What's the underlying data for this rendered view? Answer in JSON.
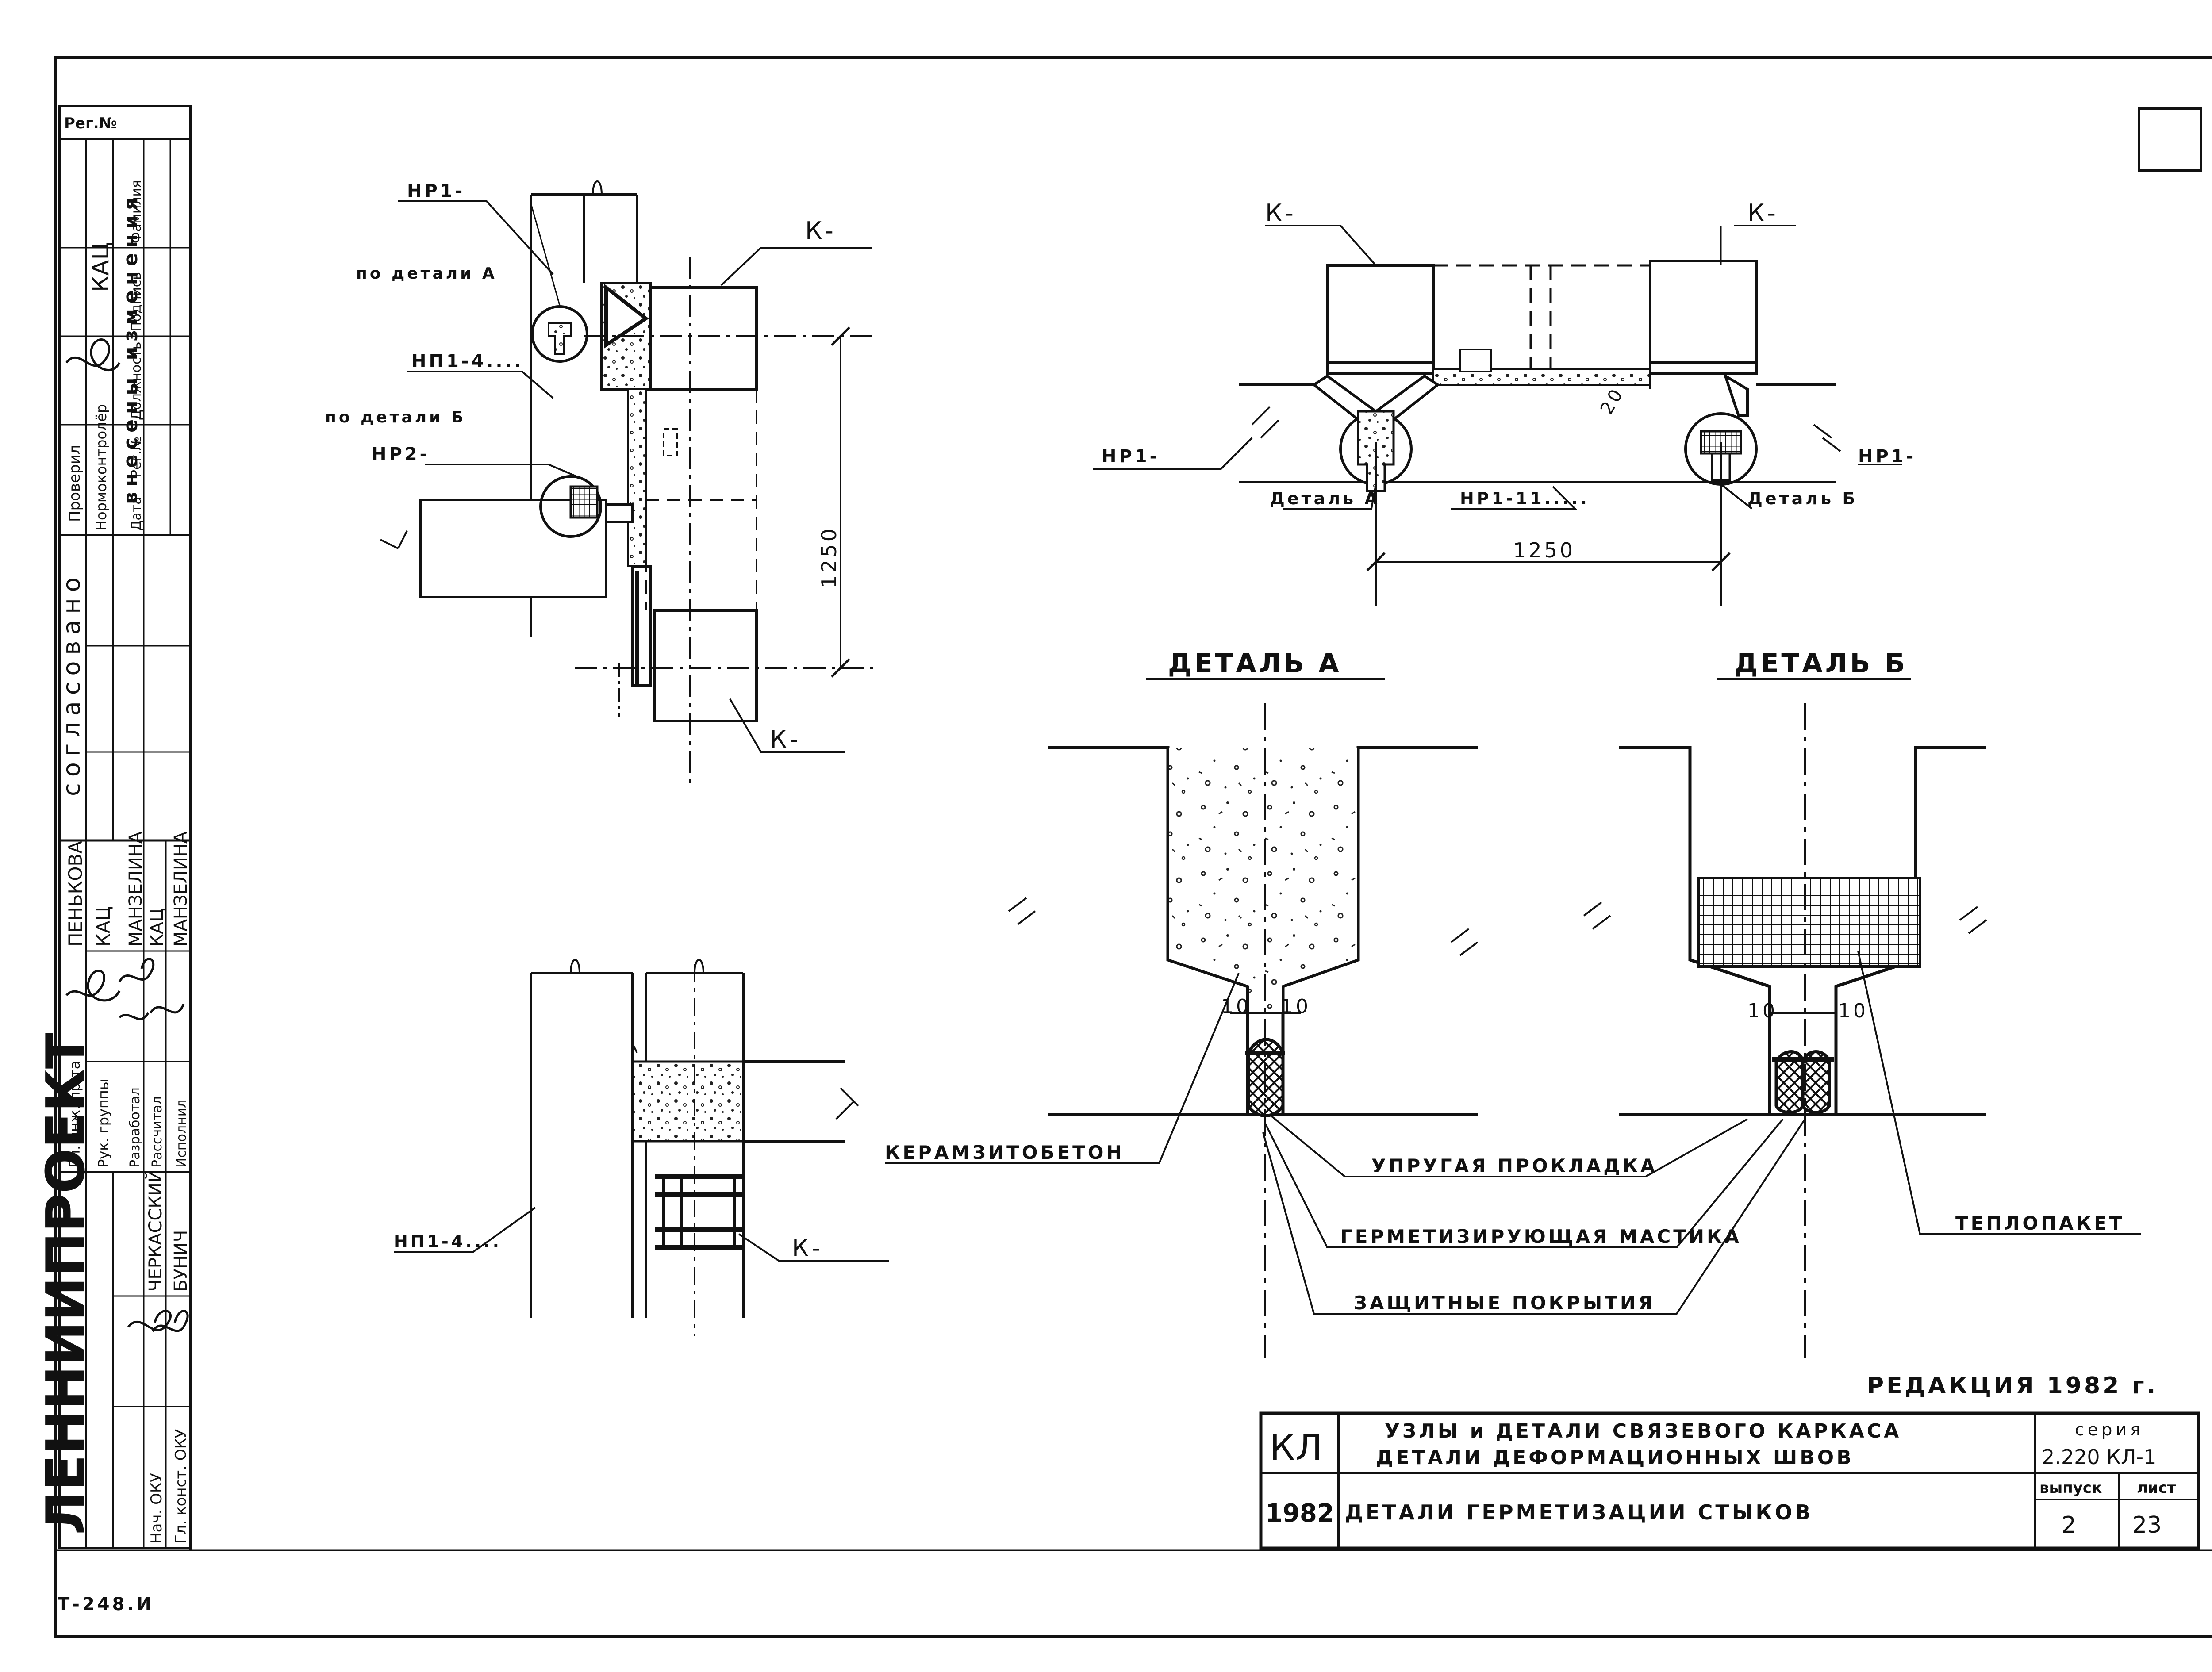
{
  "sheet": {
    "reg_no_label": "Рег.№",
    "bottom_code": "Т-248.И",
    "edition_note": "РЕДАКЦИЯ 1982 г."
  },
  "side_block": {
    "org_name": "ЛЕННИИПРОЕКТ",
    "agreed_label": "согласовано",
    "changes_header": "внесены изменения",
    "changes_columns": [
      "Дата",
      "Рег.№",
      "Должность",
      "Подпись",
      "Фамилия"
    ],
    "checked_label": "Проверил",
    "checked_name": "КАЦ",
    "norm_control_label": "Нормоконтролёр",
    "roles": [
      {
        "role": "Гл. инж. пр-та",
        "name": "ПЕНЬКОВА"
      },
      {
        "role": "Рук. группы",
        "name": "КАЦ"
      },
      {
        "role": "Разработал",
        "name": "МАНЗЕЛИНА"
      },
      {
        "role": "Рассчитал",
        "name": "КАЦ"
      },
      {
        "role": "Исполнил",
        "name": "МАНЗЕЛИНА"
      },
      {
        "role": "Нач. ОКУ",
        "name": "ЧЕРКАССКИЙ"
      },
      {
        "role": "Гл. конст. ОКУ",
        "name": "БУНИЧ"
      }
    ]
  },
  "plan_top_left": {
    "labels": {
      "np1": "НР1-",
      "po_detali_a": "по детали А",
      "np1_4": "НП1-4....",
      "po_detali_b": "по детали Б",
      "np2": "НР2-",
      "k_top": "К-",
      "k_bottom": "К-",
      "dim_1250": "1250"
    }
  },
  "plan_top_right": {
    "labels": {
      "k_left": "К-",
      "k_right": "К-",
      "np1_left": "НР1-",
      "np1_right": "НР1-",
      "detal_a": "Деталь А",
      "np1_11": "НР1-11.....",
      "detal_b": "Деталь Б",
      "dim_1250": "1250",
      "dim_20": "20"
    }
  },
  "section_bottom_left": {
    "labels": {
      "np1_4": "НП1-4....",
      "k": "К-"
    }
  },
  "detail_a": {
    "title": "ДЕТАЛЬ А",
    "gap_left": "10",
    "gap_right": "10"
  },
  "detail_b": {
    "title": "ДЕТАЛЬ Б",
    "gap_left": "10",
    "gap_right": "10"
  },
  "callouts": {
    "keramzitobeton": "КЕРАМЗИТОБЕТОН",
    "uprugaya": "УПРУГАЯ ПРОКЛАДКА",
    "mastika": "ГЕРМЕТИЗИРУЮЩАЯ МАСТИКА",
    "pokrytiya": "ЗАЩИТНЫЕ ПОКРЫТИЯ",
    "teplopaket": "ТЕПЛОПАКЕТ"
  },
  "title_block": {
    "code": "КЛ",
    "year": "1982",
    "title_line1": "УЗЛЫ и ДЕТАЛИ СВЯЗЕВОГО КАРКАСА",
    "title_line2": "ДЕТАЛИ ДЕФОРМАЦИОННЫХ ШВОВ",
    "sheet_title": "ДЕТАЛИ ГЕРМЕТИЗАЦИИ СТЫКОВ",
    "series_label": "серия",
    "series_value": "2.220 КЛ-1",
    "issue_label": "выпуск",
    "issue_value": "2",
    "sheet_label": "лист",
    "sheet_value": "23"
  }
}
